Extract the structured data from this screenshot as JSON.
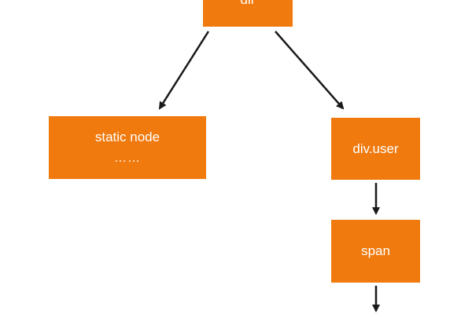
{
  "colors": {
    "node_fill": "#f07a0e",
    "node_text": "#ffffff",
    "edge": "#1a1a1a"
  },
  "nodes": {
    "root": {
      "label": "dir"
    },
    "static": {
      "label": "static node",
      "sublabel": "……"
    },
    "user": {
      "label": "div.user"
    },
    "span": {
      "label": "span"
    }
  },
  "edges": [
    {
      "from": "root",
      "to": "static"
    },
    {
      "from": "root",
      "to": "user"
    },
    {
      "from": "user",
      "to": "span"
    },
    {
      "from": "span",
      "to": "below"
    }
  ]
}
